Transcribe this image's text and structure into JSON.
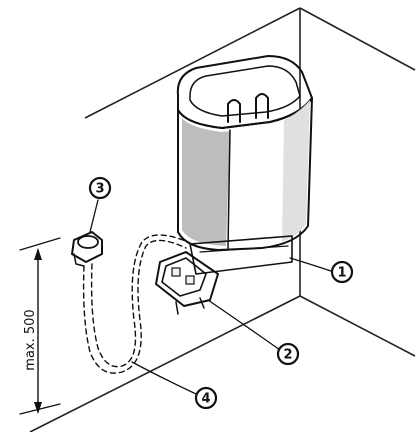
{
  "callouts": {
    "c1": "1",
    "c2": "2",
    "c3": "3",
    "c4": "4"
  },
  "dimension": {
    "label": "max. 500"
  }
}
